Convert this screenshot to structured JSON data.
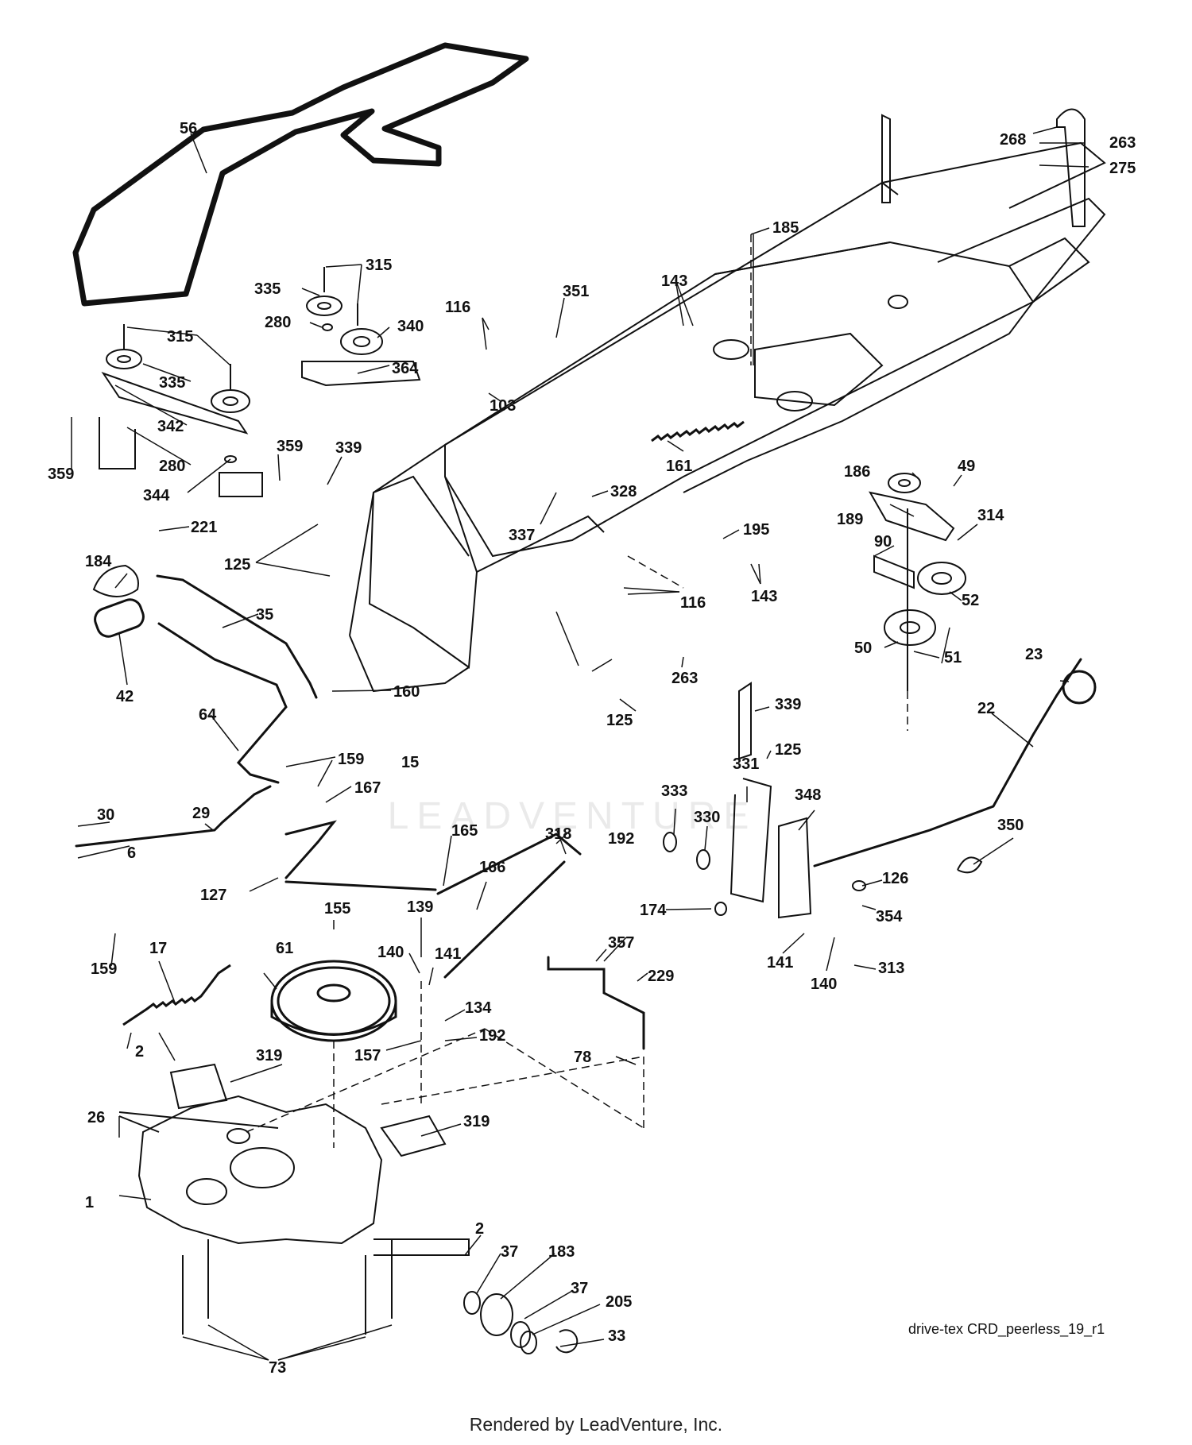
{
  "diagram": {
    "reference_code": "drive-tex CRD_peerless_19_r1",
    "render_credit": "Rendered by LeadVenture, Inc.",
    "watermark": "LEADVENTURE",
    "labels": [
      {
        "id": "56",
        "text": "56"
      },
      {
        "id": "315a",
        "text": "315"
      },
      {
        "id": "335a",
        "text": "335"
      },
      {
        "id": "280a",
        "text": "280"
      },
      {
        "id": "340",
        "text": "340"
      },
      {
        "id": "364",
        "text": "364"
      },
      {
        "id": "315b",
        "text": "315"
      },
      {
        "id": "335b",
        "text": "335"
      },
      {
        "id": "342",
        "text": "342"
      },
      {
        "id": "280b",
        "text": "280"
      },
      {
        "id": "359a",
        "text": "359"
      },
      {
        "id": "344",
        "text": "344"
      },
      {
        "id": "359b",
        "text": "359"
      },
      {
        "id": "339a",
        "text": "339"
      },
      {
        "id": "221",
        "text": "221"
      },
      {
        "id": "184",
        "text": "184"
      },
      {
        "id": "125a",
        "text": "125"
      },
      {
        "id": "35",
        "text": "35"
      },
      {
        "id": "42",
        "text": "42"
      },
      {
        "id": "160",
        "text": "160"
      },
      {
        "id": "64",
        "text": "64"
      },
      {
        "id": "159a",
        "text": "159"
      },
      {
        "id": "15",
        "text": "15"
      },
      {
        "id": "167",
        "text": "167"
      },
      {
        "id": "29",
        "text": "29"
      },
      {
        "id": "30",
        "text": "30"
      },
      {
        "id": "6",
        "text": "6"
      },
      {
        "id": "127",
        "text": "127"
      },
      {
        "id": "165",
        "text": "165"
      },
      {
        "id": "166",
        "text": "166"
      },
      {
        "id": "159b",
        "text": "159"
      },
      {
        "id": "17",
        "text": "17"
      },
      {
        "id": "61",
        "text": "61"
      },
      {
        "id": "155",
        "text": "155"
      },
      {
        "id": "139",
        "text": "139"
      },
      {
        "id": "140a",
        "text": "140"
      },
      {
        "id": "141a",
        "text": "141"
      },
      {
        "id": "134",
        "text": "134"
      },
      {
        "id": "192a",
        "text": "192"
      },
      {
        "id": "157",
        "text": "157"
      },
      {
        "id": "318",
        "text": "318"
      },
      {
        "id": "192b",
        "text": "192"
      },
      {
        "id": "2a",
        "text": "2"
      },
      {
        "id": "319a",
        "text": "319"
      },
      {
        "id": "26",
        "text": "26"
      },
      {
        "id": "1",
        "text": "1"
      },
      {
        "id": "319b",
        "text": "319"
      },
      {
        "id": "2b",
        "text": "2"
      },
      {
        "id": "37a",
        "text": "37"
      },
      {
        "id": "183",
        "text": "183"
      },
      {
        "id": "37b",
        "text": "37"
      },
      {
        "id": "205",
        "text": "205"
      },
      {
        "id": "33",
        "text": "33"
      },
      {
        "id": "73",
        "text": "73"
      },
      {
        "id": "357",
        "text": "357"
      },
      {
        "id": "229",
        "text": "229"
      },
      {
        "id": "78",
        "text": "78"
      },
      {
        "id": "116a",
        "text": "116"
      },
      {
        "id": "351",
        "text": "351"
      },
      {
        "id": "103",
        "text": "103"
      },
      {
        "id": "143a",
        "text": "143"
      },
      {
        "id": "185",
        "text": "185"
      },
      {
        "id": "161",
        "text": "161"
      },
      {
        "id": "328",
        "text": "328"
      },
      {
        "id": "337",
        "text": "337"
      },
      {
        "id": "195",
        "text": "195"
      },
      {
        "id": "143b",
        "text": "143"
      },
      {
        "id": "116b",
        "text": "116"
      },
      {
        "id": "263a",
        "text": "263"
      },
      {
        "id": "125b",
        "text": "125"
      },
      {
        "id": "268",
        "text": "268"
      },
      {
        "id": "263b",
        "text": "263"
      },
      {
        "id": "275",
        "text": "275"
      },
      {
        "id": "186",
        "text": "186"
      },
      {
        "id": "49",
        "text": "49"
      },
      {
        "id": "189",
        "text": "189"
      },
      {
        "id": "314",
        "text": "314"
      },
      {
        "id": "90",
        "text": "90"
      },
      {
        "id": "52",
        "text": "52"
      },
      {
        "id": "50",
        "text": "50"
      },
      {
        "id": "51",
        "text": "51"
      },
      {
        "id": "23",
        "text": "23"
      },
      {
        "id": "22",
        "text": "22"
      },
      {
        "id": "339b",
        "text": "339"
      },
      {
        "id": "125c",
        "text": "125"
      },
      {
        "id": "331",
        "text": "331"
      },
      {
        "id": "333",
        "text": "333"
      },
      {
        "id": "330",
        "text": "330"
      },
      {
        "id": "348",
        "text": "348"
      },
      {
        "id": "350",
        "text": "350"
      },
      {
        "id": "126",
        "text": "126"
      },
      {
        "id": "354",
        "text": "354"
      },
      {
        "id": "174",
        "text": "174"
      },
      {
        "id": "141b",
        "text": "141"
      },
      {
        "id": "140b",
        "text": "140"
      },
      {
        "id": "313",
        "text": "313"
      }
    ]
  }
}
